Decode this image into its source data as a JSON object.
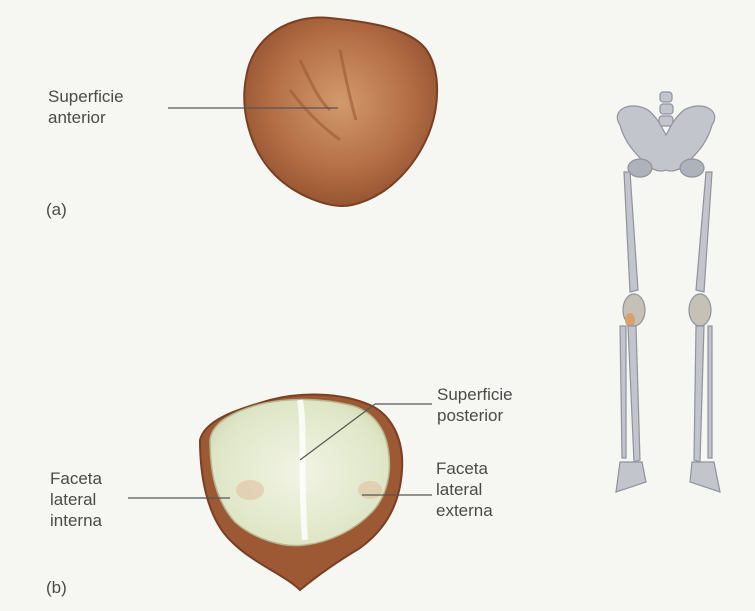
{
  "figure": {
    "panel_a": {
      "letter": "(a)",
      "labels": [
        {
          "id": "superficie-anterior",
          "text": "Superficie\nanterior"
        }
      ]
    },
    "panel_b": {
      "letter": "(b)",
      "labels": [
        {
          "id": "superficie-posterior",
          "text": "Superficie\nposterior"
        },
        {
          "id": "faceta-lateral-interna",
          "text": "Faceta\nlateral\ninterna"
        },
        {
          "id": "faceta-lateral-externa",
          "text": "Faceta\nlateral\nexterna"
        }
      ]
    }
  },
  "colors": {
    "bone_outer": "#a8623c",
    "bone_highlight": "#c98a5e",
    "cartilage": "#e8ecd6",
    "leader_line": "#555555",
    "skeleton": "#b8bcc4",
    "patella_highlight": "#d9a06e"
  },
  "icons": {
    "skeleton": "lower-limb-skeleton-icon"
  }
}
